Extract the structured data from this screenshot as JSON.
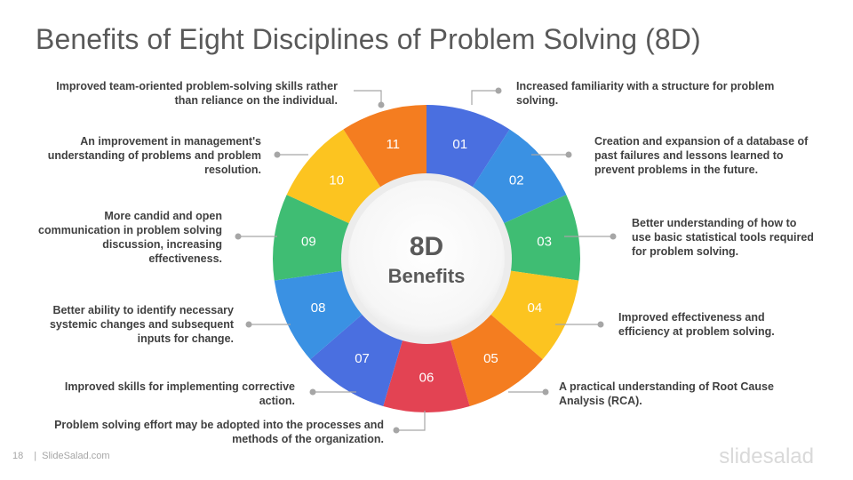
{
  "title": "Benefits of Eight Disciplines of Problem Solving (8D)",
  "center": {
    "title": "8D",
    "subtitle": "Benefits"
  },
  "segments": [
    {
      "num": "01",
      "color": "#4a6fe0",
      "text": "Improved team-oriented problem-solving  skills rather than reliance on the individual."
    },
    {
      "num": "02",
      "color": "#3a91e3",
      "text": "Increased familiarity with a structure for problem solving."
    },
    {
      "num": "03",
      "color": "#3fbd73",
      "text": "Creation and expansion of a database of past failures and lessons learned to prevent problems in the future."
    },
    {
      "num": "04",
      "color": "#fcc420",
      "text": "Better understanding of how to use basic statistical tools required for problem solving."
    },
    {
      "num": "05",
      "color": "#f47d20",
      "text": "Improved effectiveness and efficiency at problem solving."
    },
    {
      "num": "06",
      "color": "#e34353",
      "text": "A practical understanding of Root Cause Analysis (RCA)."
    },
    {
      "num": "07",
      "color": "#4a6fe0",
      "text": "Problem solving effort may be adopted into the processes and methods of the organization."
    },
    {
      "num": "08",
      "color": "#3a91e3",
      "text": "Improved skills for implementing corrective action."
    },
    {
      "num": "09",
      "color": "#3fbd73",
      "text": "Better ability to identify necessary systemic changes and subsequent inputs for change."
    },
    {
      "num": "10",
      "color": "#fcc420",
      "text": "More candid and open communication in problem solving discussion, increasing effectiveness."
    },
    {
      "num": "11",
      "color": "#f47d20",
      "text": "An improvement in management's understanding of problems and problem resolution."
    }
  ],
  "footer": {
    "page": "18",
    "site": "SlideSalad.com"
  },
  "brand": "slidesalad"
}
